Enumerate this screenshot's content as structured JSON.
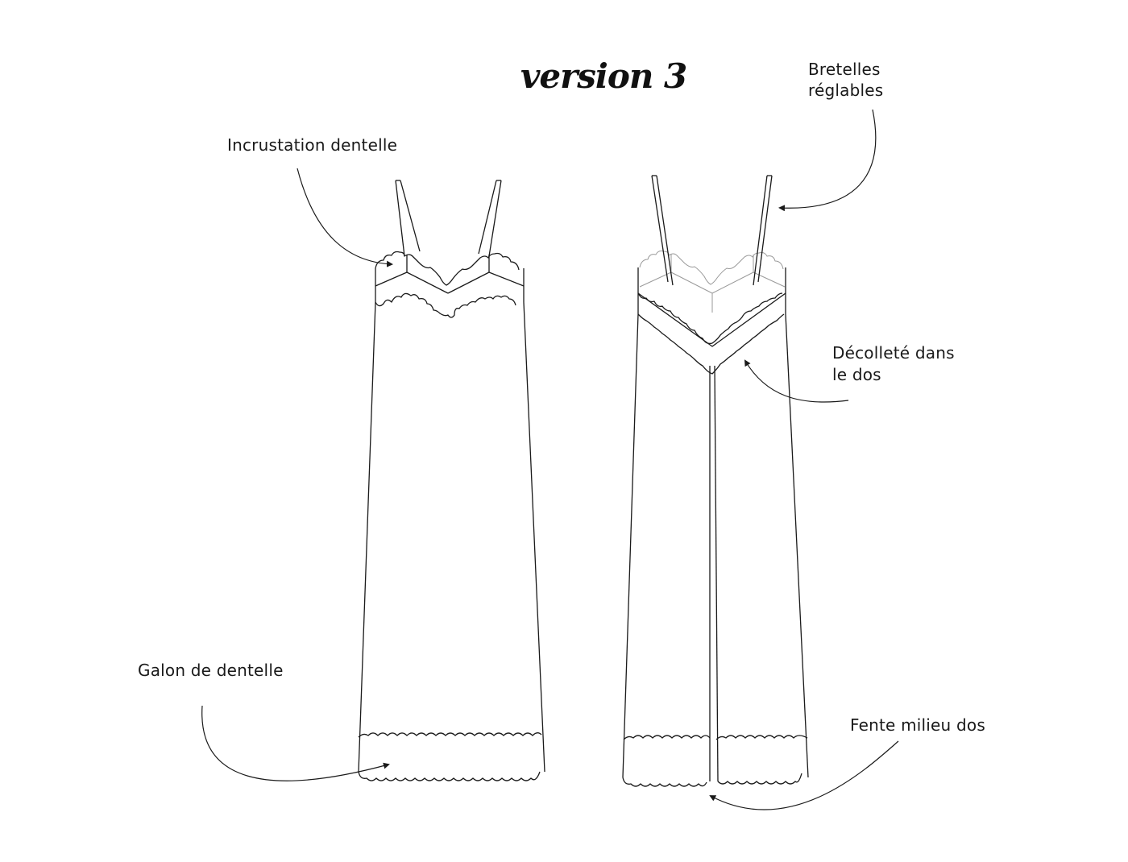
{
  "title": {
    "version_label": "version 3"
  },
  "annotations": {
    "lace_inset": "Incrustation dentelle",
    "straps_line1": "Bretelles",
    "straps_line2": "réglables",
    "back_neckline_line1": "Décolleté dans",
    "back_neckline_line2": "le dos",
    "lace_trim": "Galon de dentelle",
    "back_slit": "Fente milieu dos"
  },
  "views": [
    "front-view",
    "back-view"
  ],
  "colors": {
    "line": "#1a1a1a",
    "faint_line": "#9a9a9a",
    "background": "#ffffff"
  }
}
